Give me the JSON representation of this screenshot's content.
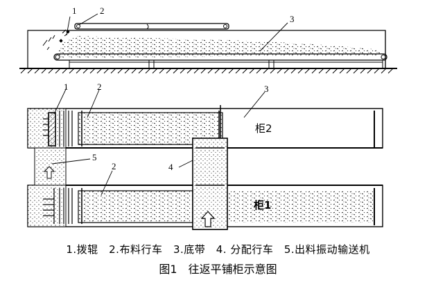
{
  "diagram": {
    "top_view_labels": [
      "1",
      "2",
      "3"
    ],
    "plan_view_labels": [
      "1",
      "2",
      "3",
      "4",
      "5",
      "2"
    ],
    "cabinet_labels": [
      "柜2",
      "柜1"
    ]
  },
  "legend": "1.拨辊　2.布料行车　3.底带　4. 分配行车　5.出料振动输送机",
  "figure_title": "图1　往返平铺柜示意图"
}
